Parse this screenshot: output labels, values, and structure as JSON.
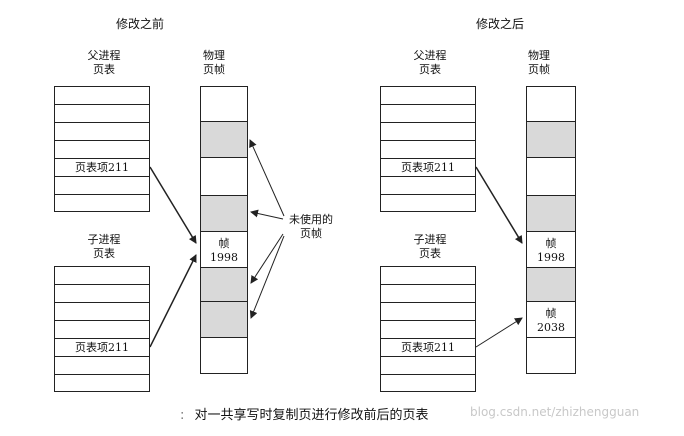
{
  "before": {
    "title": "修改之前",
    "parent_table_label": [
      "父进程",
      "页表"
    ],
    "child_table_label": [
      "子进程",
      "页表"
    ],
    "frames_label": [
      "物理",
      "页帧"
    ],
    "parent_entry": "页表项211",
    "child_entry": "页表项211",
    "frame_label": [
      "帧",
      "1998"
    ],
    "unused_label": [
      "未使用的",
      "页帧"
    ]
  },
  "after": {
    "title": "修改之后",
    "parent_table_label": [
      "父进程",
      "页表"
    ],
    "child_table_label": [
      "子进程",
      "页表"
    ],
    "frames_label": [
      "物理",
      "页帧"
    ],
    "parent_entry": "页表项211",
    "child_entry": "页表项211",
    "frame1_label": [
      "帧",
      "1998"
    ],
    "frame2_label": [
      "帧",
      "2038"
    ]
  },
  "caption": "对一共享写时复制页进行修改前后的页表",
  "caption_prefix": ":",
  "watermark": "blog.csdn.net/zhizhengguan",
  "colors": {
    "unused_frame": "#d9d9d9",
    "line": "#222222"
  }
}
